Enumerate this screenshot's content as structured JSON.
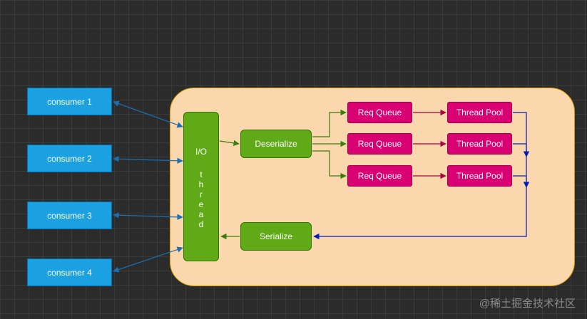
{
  "consumers": [
    {
      "label": "consumer 1"
    },
    {
      "label": "consumer 2"
    },
    {
      "label": "consumer 3"
    },
    {
      "label": "consumer 4"
    }
  ],
  "io_thread": {
    "title": "I/O",
    "letters": [
      "t",
      "h",
      "r",
      "e",
      "a",
      "d"
    ]
  },
  "deserialize": {
    "label": "Deserialize"
  },
  "serialize": {
    "label": "Serialize"
  },
  "req_queues": [
    {
      "label": "Req Queue"
    },
    {
      "label": "Req Queue"
    },
    {
      "label": "Req Queue"
    }
  ],
  "thread_pools": [
    {
      "label": "Thread Pool"
    },
    {
      "label": "Thread Pool"
    },
    {
      "label": "Thread Pool"
    }
  ],
  "watermark": "@稀土掘金技术社区",
  "colors": {
    "background": "#2b2b2b",
    "panel_fill": "#fad7ac",
    "panel_border": "#d79b00",
    "consumer_fill": "#1ba1e2",
    "green_fill": "#60a917",
    "pink_fill": "#d80073",
    "consumer_edge": "#1b6fb0",
    "green_edge": "#3a7d0a",
    "red_edge": "#b00040",
    "return_edge": "#001dbc"
  }
}
